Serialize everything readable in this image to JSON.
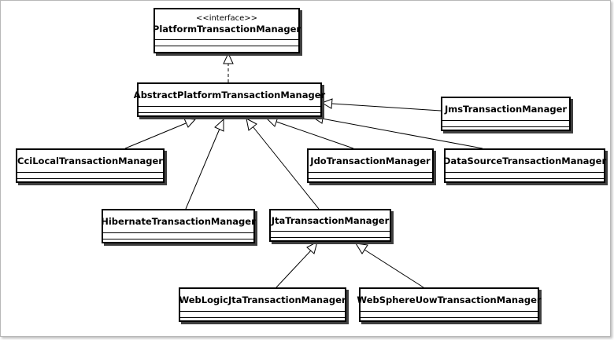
{
  "diagram": {
    "classes": {
      "platform": {
        "stereotype": "<<interface>>",
        "name": "PlatformTransactionManager"
      },
      "abstract": {
        "name": "AbstractPlatformTransactionManager"
      },
      "jms": {
        "name": "JmsTransactionManager"
      },
      "cci": {
        "name": "CciLocalTransactionManager"
      },
      "jdo": {
        "name": "JdoTransactionManager"
      },
      "datasource": {
        "name": "DataSourceTransactionManager"
      },
      "hibernate": {
        "name": "HibernateTransactionManager"
      },
      "jta": {
        "name": "JtaTransactionManager"
      },
      "weblogic": {
        "name": "WebLogicJtaTransactionManager"
      },
      "websphere": {
        "name": "WebSphereUowTransactionManager"
      }
    },
    "relationships": [
      {
        "from": "abstract",
        "to": "platform",
        "kind": "realization"
      },
      {
        "from": "jms",
        "to": "abstract",
        "kind": "generalization"
      },
      {
        "from": "cci",
        "to": "abstract",
        "kind": "generalization"
      },
      {
        "from": "jdo",
        "to": "abstract",
        "kind": "generalization"
      },
      {
        "from": "datasource",
        "to": "abstract",
        "kind": "generalization"
      },
      {
        "from": "hibernate",
        "to": "abstract",
        "kind": "generalization"
      },
      {
        "from": "jta",
        "to": "abstract",
        "kind": "generalization"
      },
      {
        "from": "weblogic",
        "to": "jta",
        "kind": "generalization"
      },
      {
        "from": "websphere",
        "to": "jta",
        "kind": "generalization"
      }
    ],
    "colors": {
      "line": "#000000",
      "shadow": "#3f3f3f",
      "border": "#b8b8b8"
    }
  }
}
